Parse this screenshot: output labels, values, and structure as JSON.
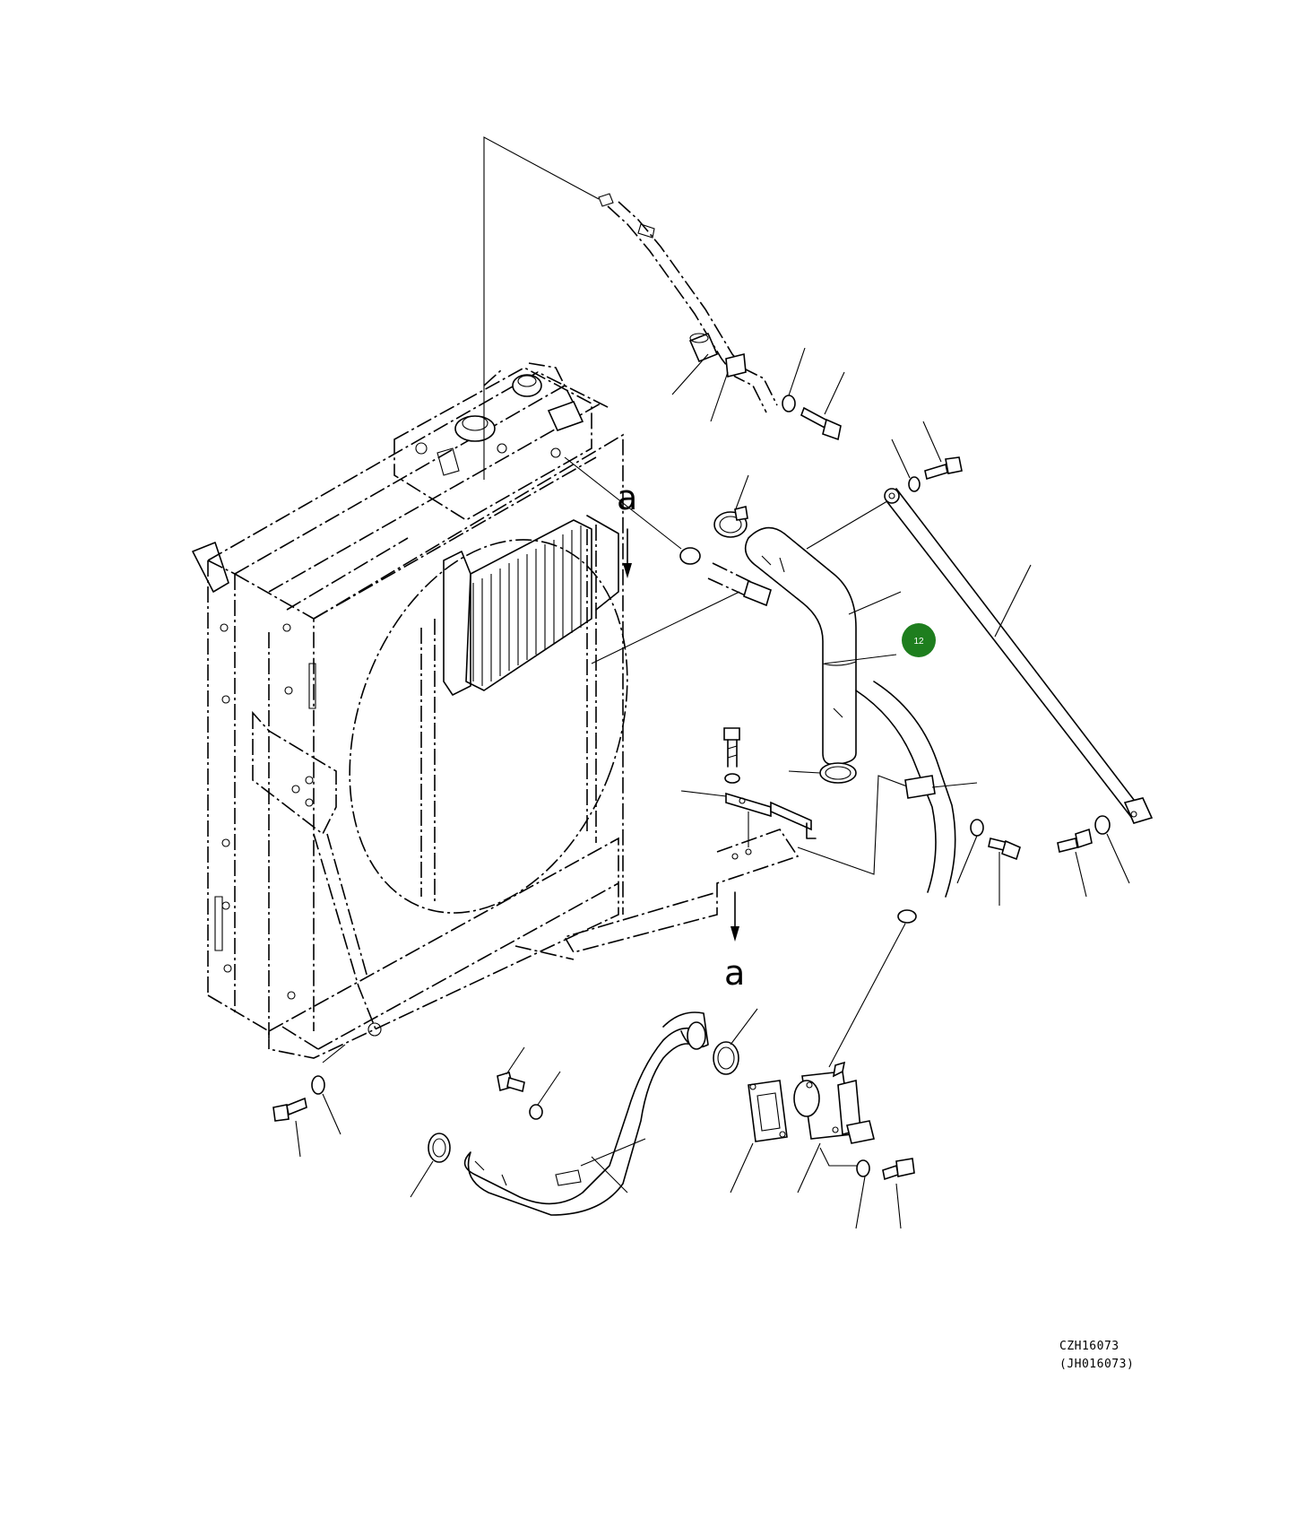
{
  "section_marks": {
    "upper_label": "a",
    "lower_label": "a"
  },
  "callout": {
    "number": "12",
    "color": "#1e7e1e"
  },
  "drawing_codes": {
    "primary": "CZH16073",
    "secondary": "(JH016073)"
  }
}
